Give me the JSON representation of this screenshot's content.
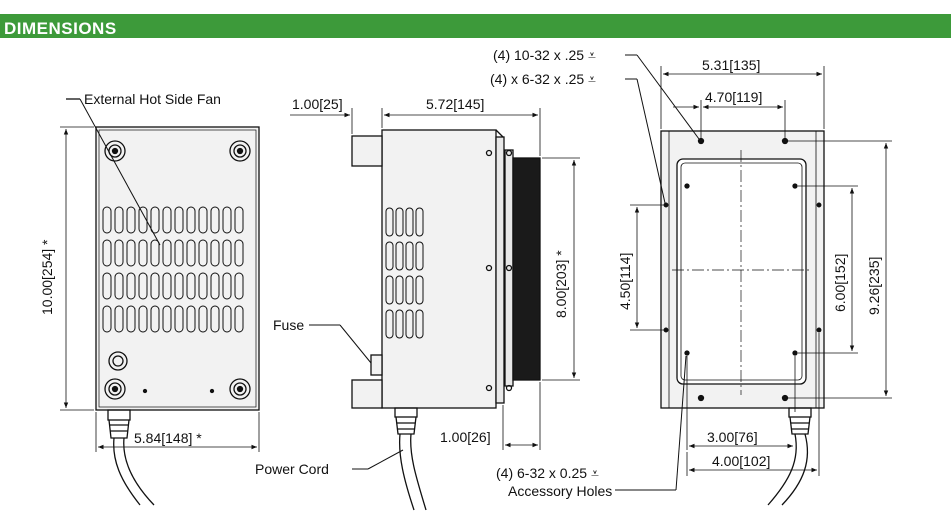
{
  "header": {
    "title": "DIMENSIONS",
    "color": "#3d9a3a"
  },
  "labels": {
    "fan": "External Hot Side Fan",
    "fuse": "Fuse",
    "power_cord": "Power Cord",
    "hole_1032": "(4) 10-32 x .25 ⩡",
    "hole_632": "(4) x 6-32 x .25 ⩡",
    "acc_holes_line1": "(4) 6-32 x 0.25 ⩡",
    "acc_holes_line2": "Accessory Holes"
  },
  "dimensions": {
    "front_height": "10.00[254] *",
    "front_width": "5.84[148] *",
    "side_depth_top": "1.00[25]",
    "side_body": "5.72[145]",
    "side_fan_height": "8.00[203] *",
    "side_bottom": "1.00[26]",
    "back_width_outer": "5.31[135]",
    "back_width_inner": "4.70[119]",
    "back_left_height": "4.50[114]",
    "back_inner_height": "6.00[152]",
    "back_outer_height": "9.26[235]",
    "back_bottom_inner": "3.00[76]",
    "back_bottom_outer": "4.00[102]"
  }
}
